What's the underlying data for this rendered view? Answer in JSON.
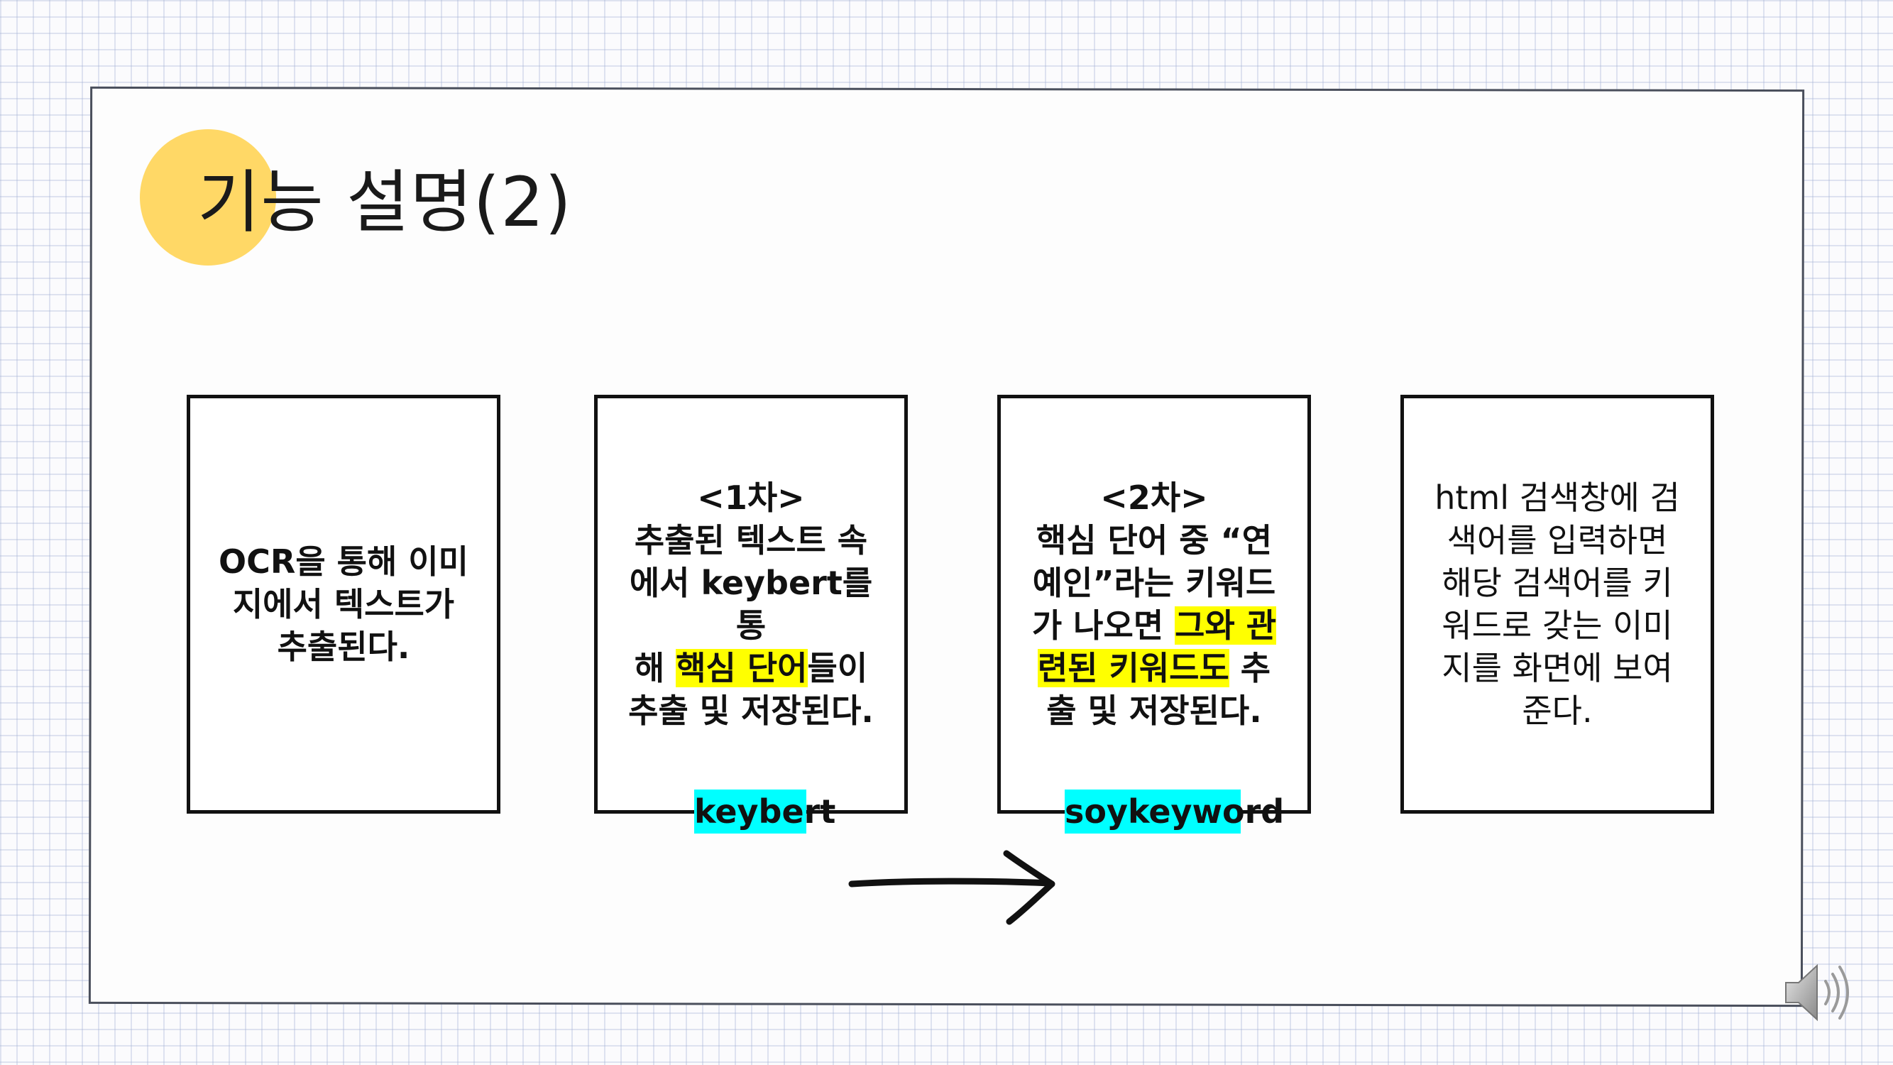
{
  "slide": {
    "title": "기능 설명(2)"
  },
  "cards": [
    {
      "lines": [
        "OCR을 통해 이미",
        "지에서 텍스트가",
        "추출된다."
      ]
    },
    {
      "heading": "<1차>",
      "l1": "추출된 텍스트 속",
      "l2": "에서 keybert를 통",
      "l3_pre": "해 ",
      "l3_hl": "핵심 단어",
      "l3_post": "들이",
      "l4": "추출 및 저장된다.",
      "label": "keybert"
    },
    {
      "heading": "<2차>",
      "l1": "핵심 단어 중 “연",
      "l2": "예인”라는 키워드",
      "l3_pre": "가 나오면 ",
      "l3_hl": "그와 관",
      "l4_hl": "련된 키워드도",
      "l4_post": " 추",
      "l5": "출 및 저장된다.",
      "label": "soykeyword"
    },
    {
      "lines": [
        "html 검색창에 검",
        "색어를 입력하면",
        "해당 검색어를 키",
        "워드로 갖는 이미",
        "지를 화면에 보여",
        "준다."
      ]
    }
  ],
  "colors": {
    "title_circle": "#ffd866",
    "highlight": "#ffff00",
    "label_bg": "#00ffff"
  },
  "icons": {
    "arrow": "arrow-right-icon",
    "speaker": "speaker-icon"
  }
}
